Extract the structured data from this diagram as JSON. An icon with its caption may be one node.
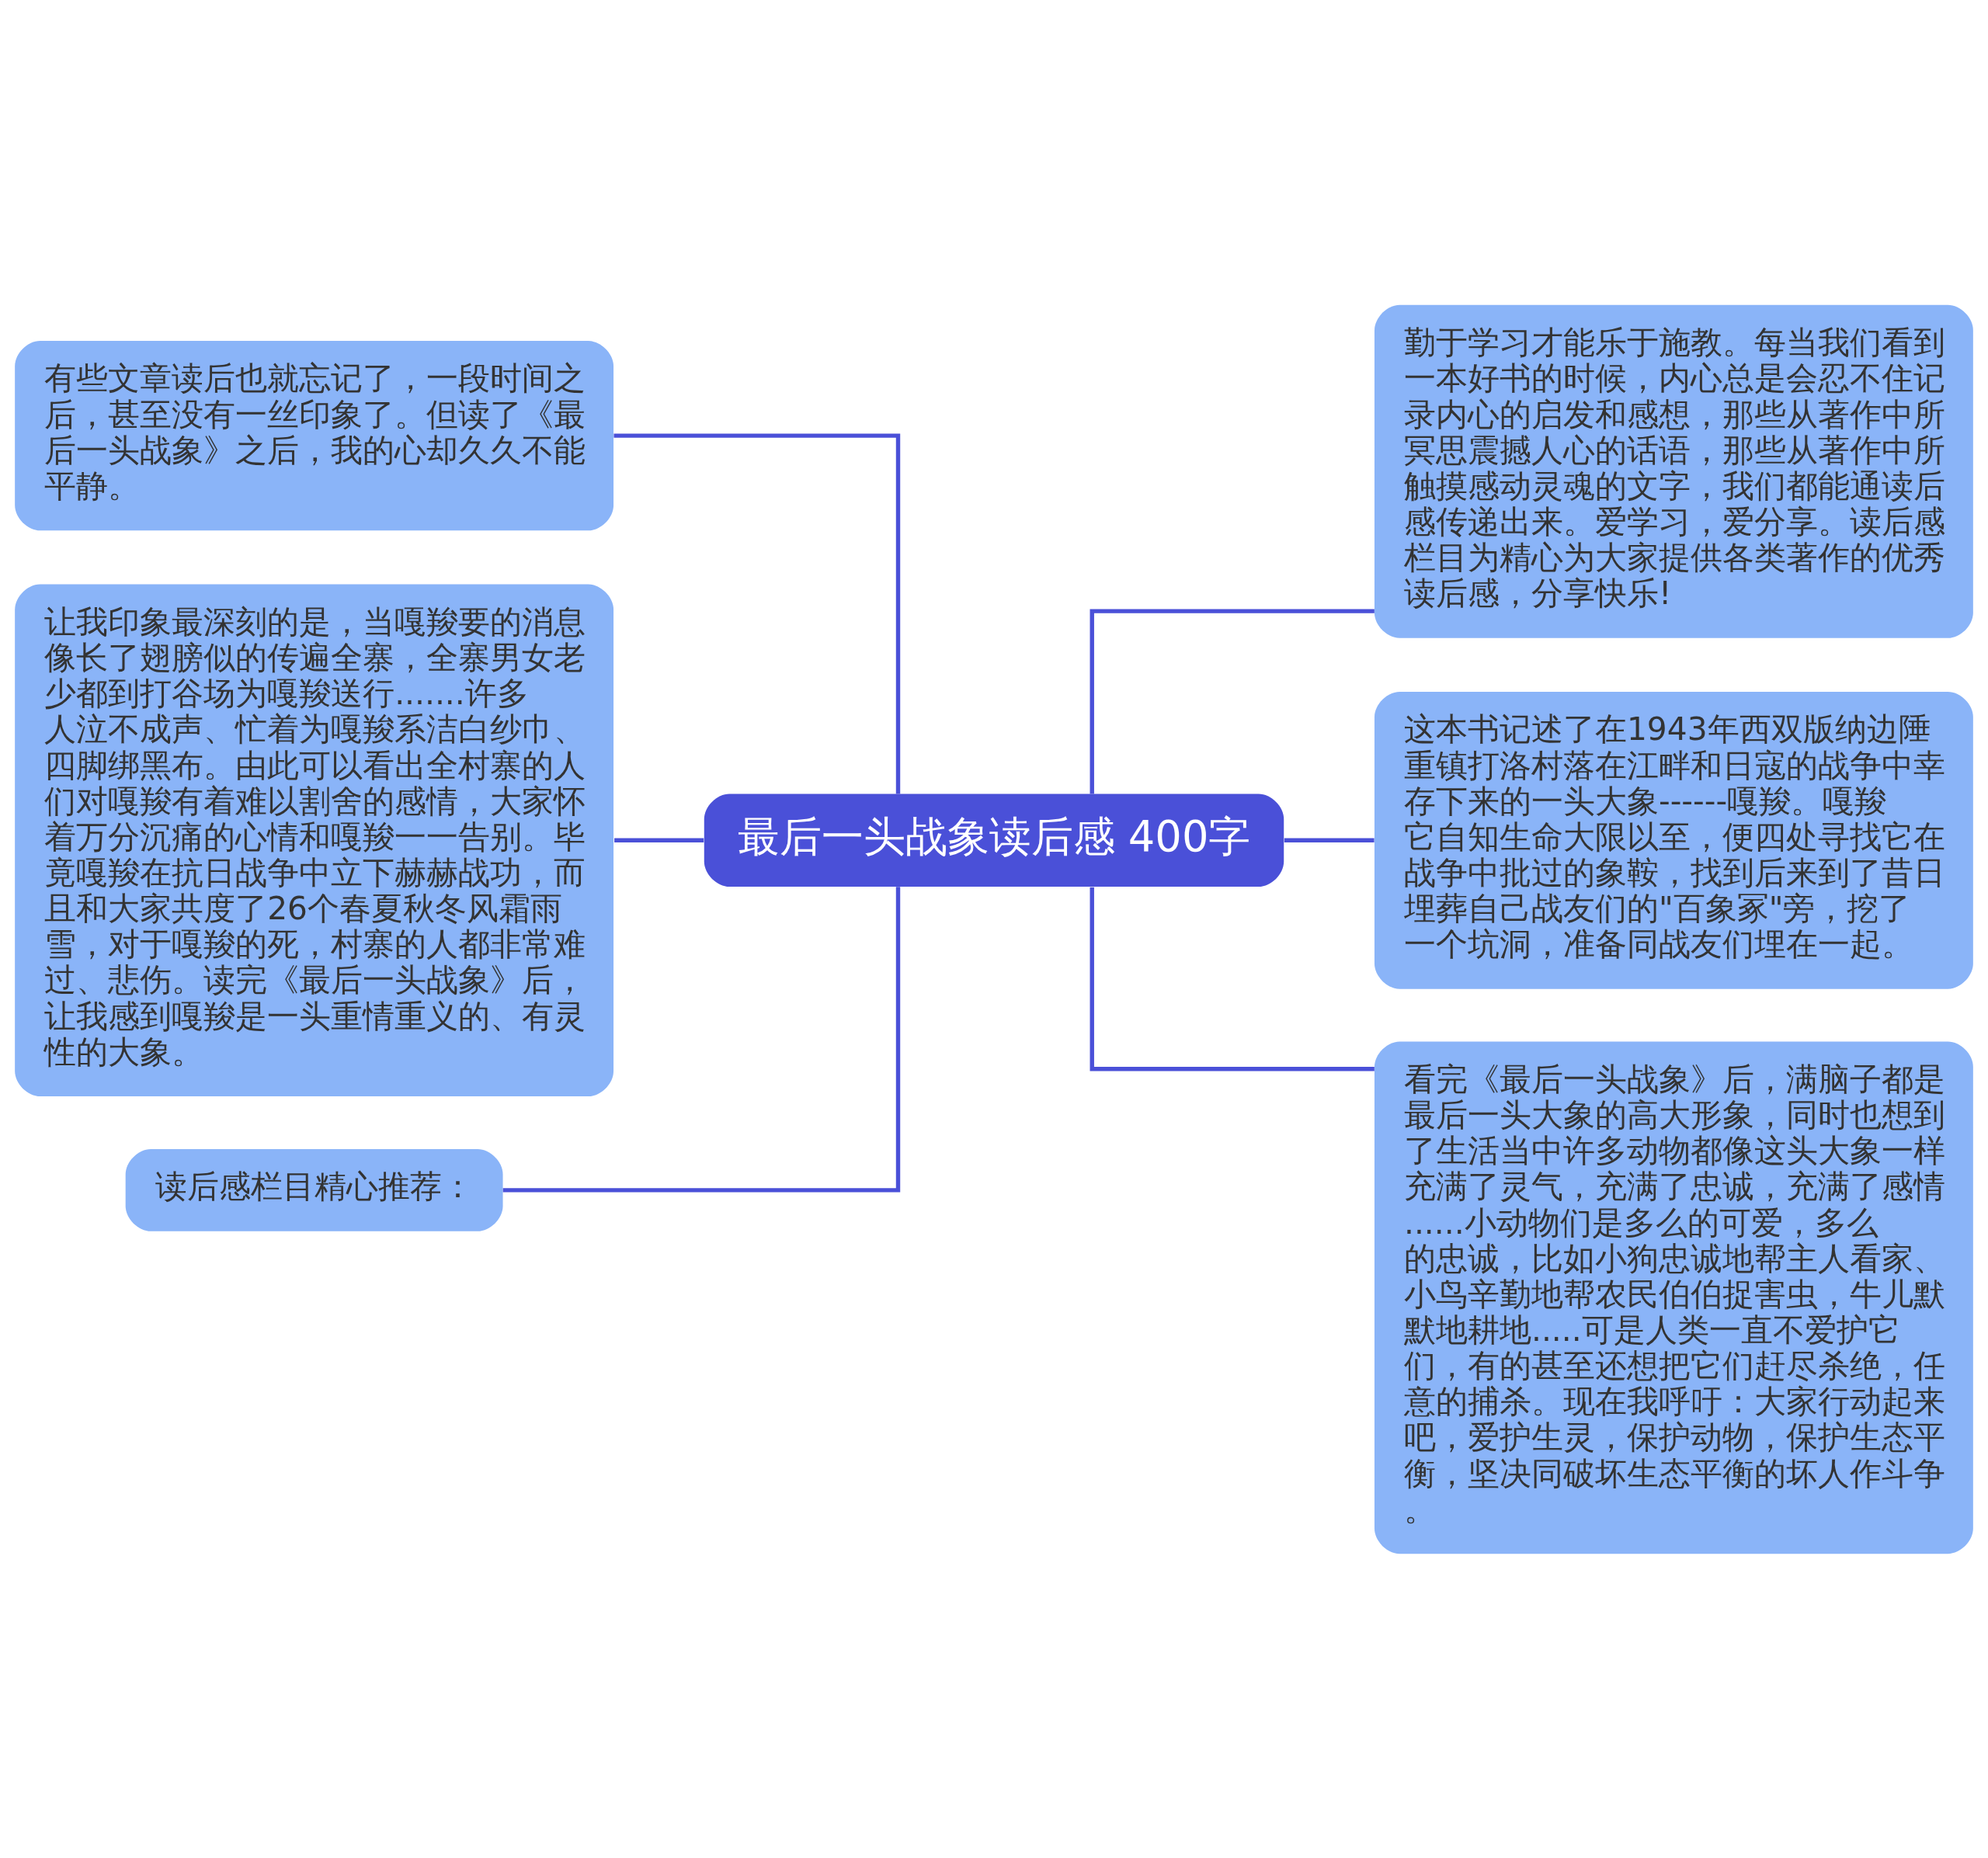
{
  "diagram": {
    "nodes": [
      {
        "text": [
          "最后一头战象读后感 400字"
        ]
      },
      {
        "text": [
          "有些文章读后也就忘记了，一段时间之后，甚至没有一丝印象了。但读了《最后一头战象》之后，我的心却久久不能平静。"
        ]
      },
      {
        "text": [
          "让我印象最深刻的是，当嘎羧要的消息像长了翅膀似的传遍全寨，全寨男女老少都到打谷场为嘎羧送行.......许多人泣不成声、忙着为嘎羧系洁白纱巾、四脚绑黑布。由此可以看出全村寨的人们对嘎羧有着难以割舍的感情，大家怀着万分沉痛的心情和嘎羧一一告别。毕竟嘎羧在抗日战争中立下赫赫战功，而且和大家共度了26个春夏秋冬风霜雨雪，对于嘎羧的死，村寨的人都非常难过、悲伤。读完《最后一头战象》后，让我感到嘎羧是一头重情重义的、有灵性的大象。"
        ]
      },
      {
        "text": [
          "读后感栏目精心推荐："
        ]
      },
      {
        "text": [
          "勤于学习才能乐于施教。每当我们看到一本好书的时候，内心总是会忍不住记录内心的启发和感想，那些从著作中所冥思震撼人心的话语，那些从著作中所触摸感动灵魂的文字，我们都能通读后感传递出来。爱学习，爱分享。读后感栏目为精心为大家提供各类著作的优秀读后感，分享快乐!"
        ]
      },
      {
        "text": [
          "这本书记述了在1943年西双版纳边陲重镇打洛村落在江畔和日寇的战争中幸存下来的一头大象------嘎羧。嘎羧它自知生命大限以至，便四处寻找它在战争中批过的象鞍，找到后来到了昔日埋葬自己战友们的\"百象冢\"旁，挖了一个坑洞，准备同战友们埋在一起。"
        ]
      },
      {
        "text": [
          "看完《最后一头战象》后，满脑子都是最后一头大象的高大形象，同时也想到了生活当中许多动物都像这头大象一样充满了灵气，充满了忠诚，充满了感情......小动物们是多么的可爱，多么的忠诚，比如小狗忠诚地帮主人看家、小鸟辛勤地帮农民伯伯捉害虫，牛儿默默地耕地.....可是人类一直不爱护它们，有的甚至还想把它们赶尽杀绝，任意的捕杀。现在我呼吁：大家行动起来吧，爱护生灵，保护动物，保护生态平衡，坚决同破坏生态平衡的坏人作斗争。"
        ]
      }
    ],
    "edges": [
      {
        "from": 0,
        "to": 1,
        "arrow": "none"
      },
      {
        "from": 0,
        "to": 2,
        "arrow": "none"
      },
      {
        "from": 0,
        "to": 3,
        "arrow": "none"
      },
      {
        "from": 0,
        "to": 4,
        "arrow": "none"
      },
      {
        "from": 0,
        "to": 5,
        "arrow": "none"
      },
      {
        "from": 0,
        "to": 6,
        "arrow": "none"
      }
    ]
  }
}
